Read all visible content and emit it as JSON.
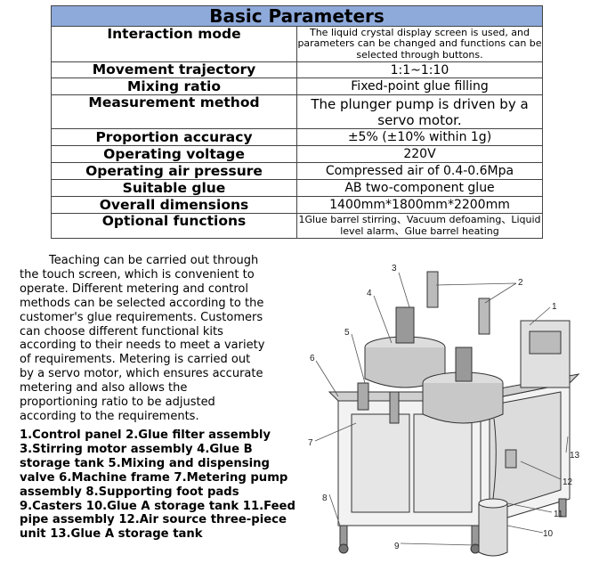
{
  "table": {
    "title": "Basic Parameters",
    "rows": [
      {
        "label": "Interaction mode",
        "value": "The liquid crystal display screen is used, and parameters can be changed and functions can be selected through buttons."
      },
      {
        "label": "Movement trajectory",
        "value": "1:1~1:10"
      },
      {
        "label": "Mixing ratio",
        "value": "Fixed-point glue filling"
      },
      {
        "label": "Measurement method",
        "value": "The plunger pump is driven by a servo motor."
      },
      {
        "label": "Proportion accuracy",
        "value": "±5% (±10% within 1g)"
      },
      {
        "label": "Operating voltage",
        "value": "220V"
      },
      {
        "label": "Operating air pressure",
        "value": "Compressed air of 0.4-0.6Mpa"
      },
      {
        "label": "Suitable glue",
        "value": "AB two-component glue"
      },
      {
        "label": "Overall dimensions",
        "value": "1400mm*1800mm*2200mm"
      },
      {
        "label": "Optional functions",
        "value": "1Glue barrel stirring、Vacuum defoaming、Liquid level alarm、Glue barrel heating"
      }
    ]
  },
  "description": "Teaching can be carried out through the touch screen, which is convenient to operate. Different metering and control methods can be selected according to the customer's glue requirements. Customers can choose different functional kits according to their needs to meet a variety of requirements. Metering is carried out by a servo motor, which ensures accurate metering and also allows the proportioning ratio to be adjusted according to the requirements.",
  "legend": "1.Control panel 2.Glue filter assembly 3.Stirring motor assembly 4.Glue B storage tank 5.Mixing and dispensing valve 6.Machine frame 7.Metering pump assembly 8.Supporting foot pads 9.Casters 10.Glue A storage tank 11.Feed pipe assembly 12.Air source three-piece unit 13.Glue A storage tank",
  "callouts": [
    "1",
    "2",
    "3",
    "4",
    "5",
    "6",
    "7",
    "8",
    "9",
    "10",
    "11",
    "12",
    "13"
  ]
}
